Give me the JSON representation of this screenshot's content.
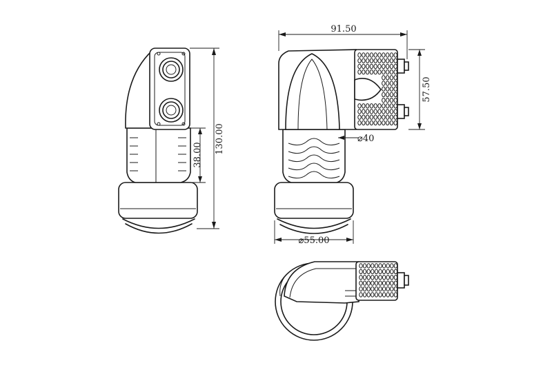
{
  "dimensions": {
    "width_top": "91.50",
    "height_right": "57.50",
    "diameter_neck": "⌀40",
    "diameter_flange": "⌀55.00",
    "height_total": "130.00",
    "height_body": "38.00"
  }
}
